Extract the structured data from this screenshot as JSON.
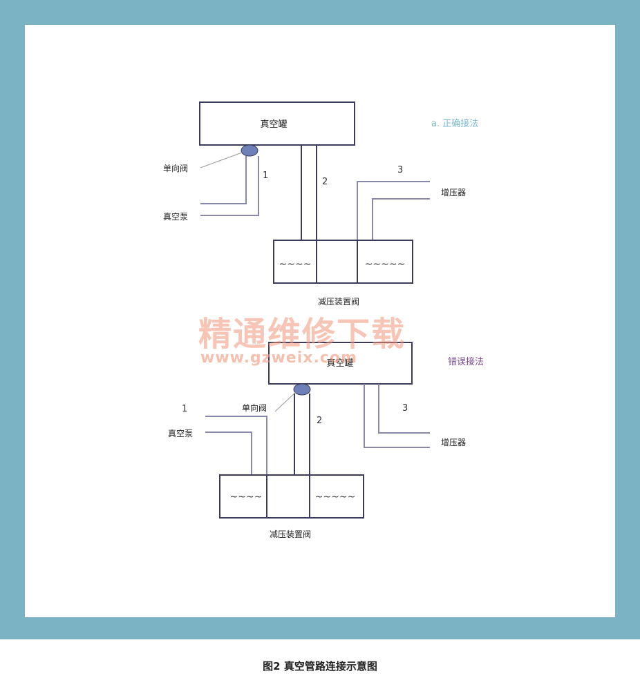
{
  "top_diagram": {
    "heading": "a. 正确接法",
    "tank_label": "真空罐",
    "check_valve_label": "单向阀",
    "pump_label": "真空泵",
    "booster_label": "增压器",
    "relief_valve_label": "减压装置阀",
    "line_numbers": [
      "1",
      "2",
      "3"
    ],
    "chamber_left": "~~~~",
    "chamber_right": "~~~~~"
  },
  "bottom_diagram": {
    "heading": "错误接法",
    "tank_label": "真空罐",
    "check_valve_label": "单向阀",
    "pump_label": "真空泵",
    "booster_label": "增压器",
    "relief_valve_label": "减压装置阀",
    "line_numbers": [
      "1",
      "2",
      "3"
    ],
    "chamber_left": "~~~~",
    "chamber_right": "~~~~~"
  },
  "watermark": {
    "line1": "精通维修下载",
    "line2": "www.gzweix.com"
  },
  "caption": "图2 真空管路连接示意图",
  "colors": {
    "frame": "#7bb3c4",
    "box_stroke": "#3a3a5a",
    "pipe": "#8888aa",
    "check_valve": "#6f80b8",
    "heading_top": "#7ab8d0",
    "heading_bottom": "#7a4a8a"
  }
}
